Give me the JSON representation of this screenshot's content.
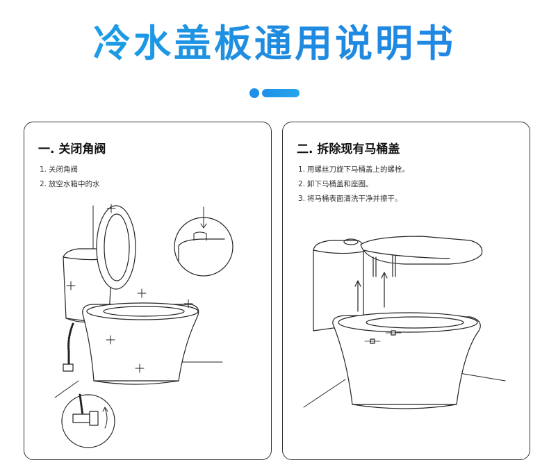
{
  "title": "冷水盖板通用说明书",
  "colors": {
    "title_blue": "#1e90e8",
    "border": "#333333"
  },
  "sections": [
    {
      "heading": "一. 关闭角阀",
      "steps": [
        {
          "num": "1.",
          "text": "关闭角阀"
        },
        {
          "num": "2.",
          "text": "放空水箱中的水"
        }
      ]
    },
    {
      "heading": "二. 拆除现有马桶盖",
      "steps": [
        {
          "num": "1.",
          "text": "用螺丝刀旋下马桶盖上的螺栓。"
        },
        {
          "num": "2.",
          "text": "卸下马桶盖和座圈。"
        },
        {
          "num": "3.",
          "text": "将马桶表面清洗干净并擦干。"
        }
      ]
    }
  ]
}
